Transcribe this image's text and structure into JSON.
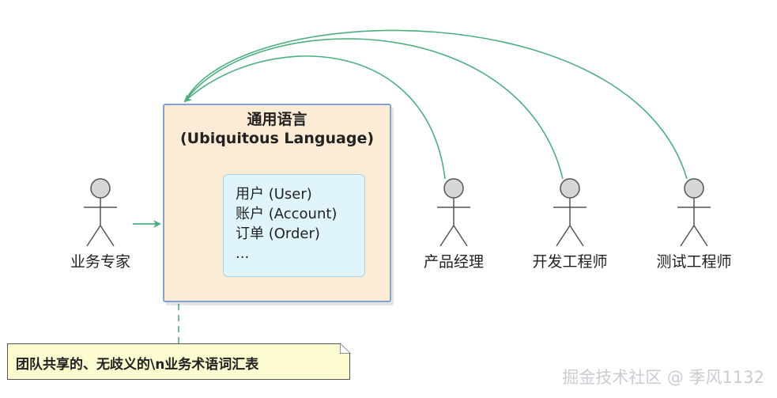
{
  "domain": "Diagram",
  "ubiquitous_language": {
    "title_zh": "通用语言",
    "title_en": "(Ubiquitous Language)",
    "terms": [
      "用户 (User)",
      "账户 (Account)",
      "订单 (Order)",
      "..."
    ]
  },
  "actors": {
    "business_expert": "业务专家",
    "product_manager": "产品经理",
    "developer": "开发工程师",
    "tester": "测试工程师"
  },
  "note": {
    "text": "团队共享的、无歧义的\\n业务术语词汇表"
  },
  "watermark": "掘金技术社区 @ 季风1132",
  "colors": {
    "box_fill": "#fcebd5",
    "box_border": "#7fa3d8",
    "term_fill": "#dff4fb",
    "arrow": "#4caf7f",
    "note_fill": "#fcfcd0"
  }
}
